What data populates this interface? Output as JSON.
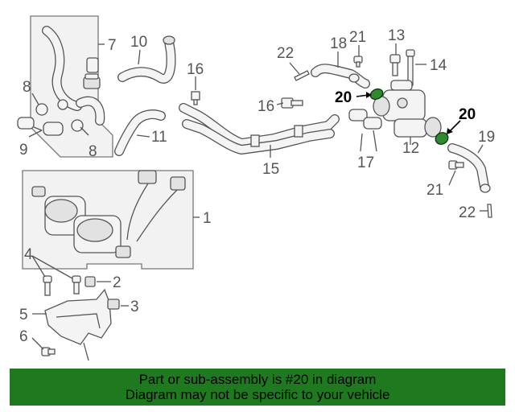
{
  "callouts": {
    "n1": "1",
    "n2": "2",
    "n3": "3",
    "n4": "4",
    "n5": "5",
    "n6": "6",
    "n7": "7",
    "n8a": "8",
    "n8b": "8",
    "n9": "9",
    "n10": "10",
    "n11": "11",
    "n12": "12",
    "n13": "13",
    "n14": "14",
    "n15": "15",
    "n16a": "16",
    "n16b": "16",
    "n17": "17",
    "n18": "18",
    "n19": "19",
    "n20a": "20",
    "n20b": "20",
    "n21a": "21",
    "n21b": "21",
    "n22a": "22",
    "n22b": "22"
  },
  "colors": {
    "highlight": "#2f8a2f",
    "banner_bg": "#1f7a1f",
    "line_art": "#555555"
  },
  "banner": {
    "line1": "Part or sub-assembly is #20 in diagram",
    "line2": "Diagram may not be specific to your vehicle"
  }
}
